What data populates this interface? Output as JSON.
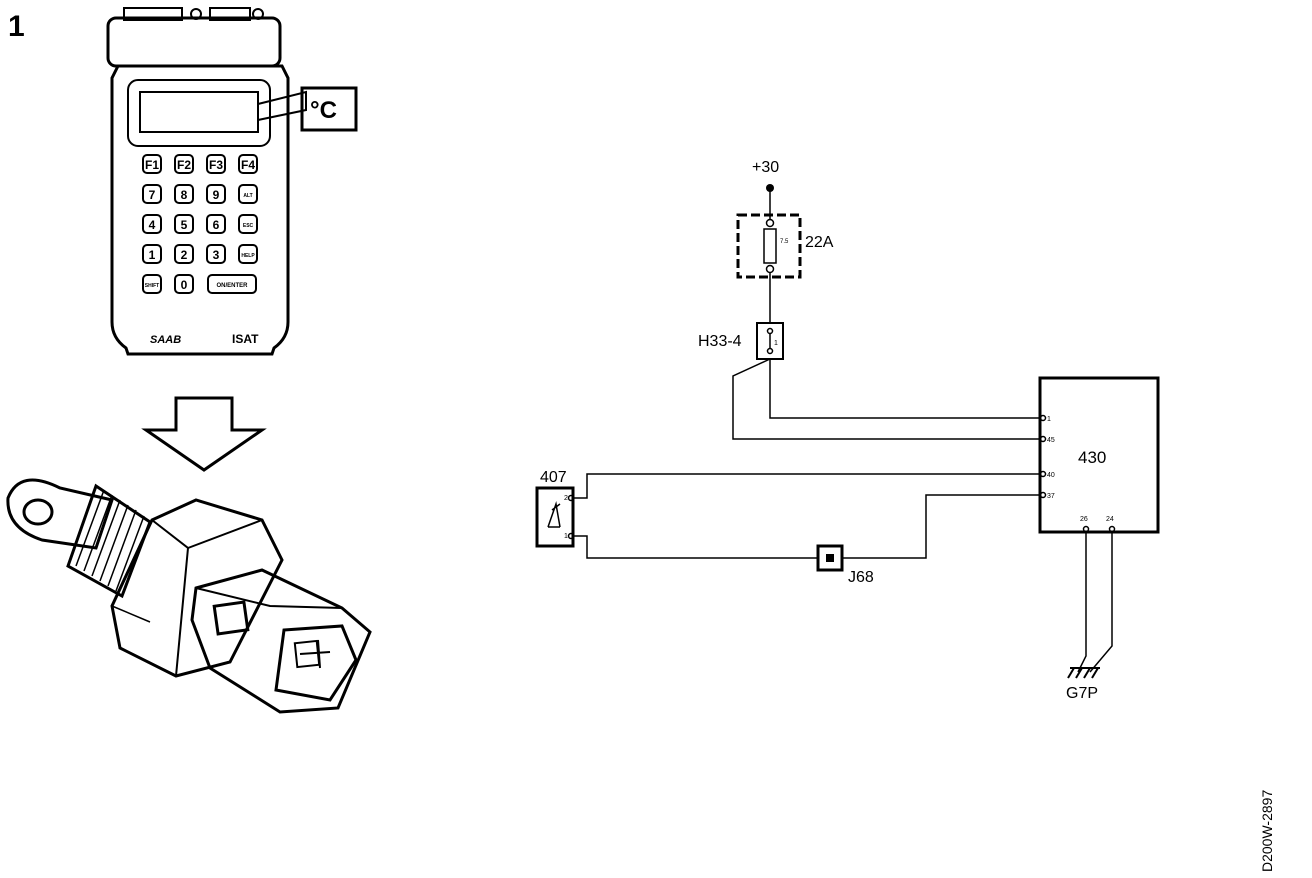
{
  "figure": {
    "number": "1",
    "drawing_id": "D200W-2897"
  },
  "tester": {
    "display_unit": "°C",
    "brand": "SAAB",
    "model": "ISAT",
    "keys": [
      [
        "F1",
        "F2",
        "F3",
        "F4"
      ],
      [
        "7",
        "8",
        "9",
        "ALT"
      ],
      [
        "4",
        "5",
        "6",
        "ESC"
      ],
      [
        "1",
        "2",
        "3",
        "HELP"
      ],
      [
        "SHIFT",
        "0",
        "ON/ENTER"
      ]
    ]
  },
  "circuit": {
    "supply": "+30",
    "fuse": "22A",
    "fuse_value": "7.5",
    "connector": "H33-4",
    "connector_pin": "1",
    "control_unit": "430",
    "sensor": "407",
    "splice": "J68",
    "ground": "G7P",
    "ecu_pins_left": [
      "1",
      "45",
      "40",
      "37"
    ],
    "ecu_pins_bottom": [
      "26",
      "24"
    ],
    "sensor_pins": [
      "2",
      "1"
    ]
  }
}
